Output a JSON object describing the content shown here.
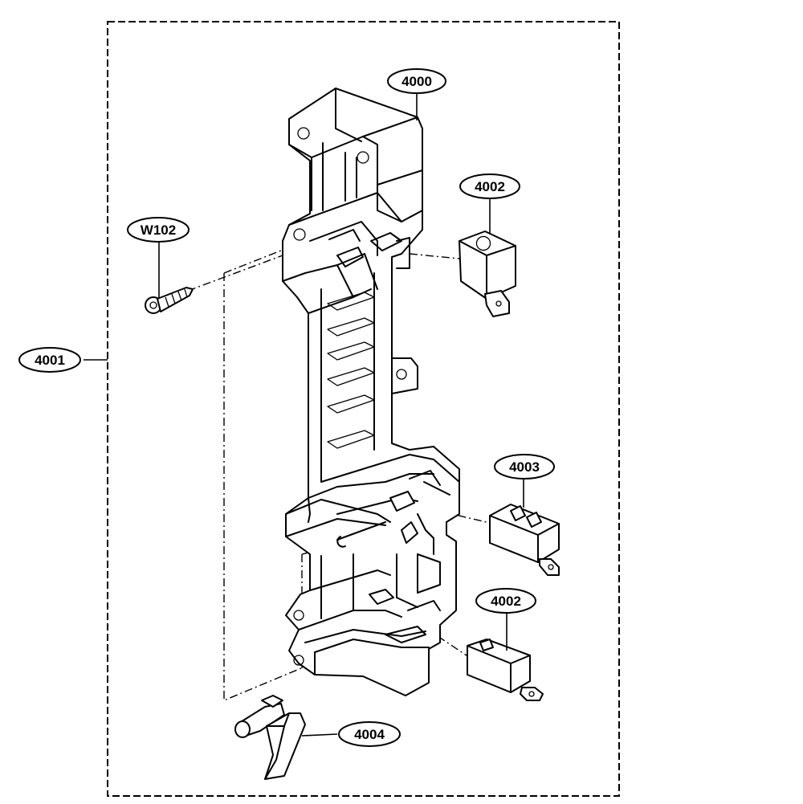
{
  "diagram": {
    "labels": {
      "part_4000": "4000",
      "part_4001": "4001",
      "part_4002_top": "4002",
      "part_4002_bottom": "4002",
      "part_4003": "4003",
      "part_4004": "4004",
      "part_w102": "W102"
    }
  }
}
